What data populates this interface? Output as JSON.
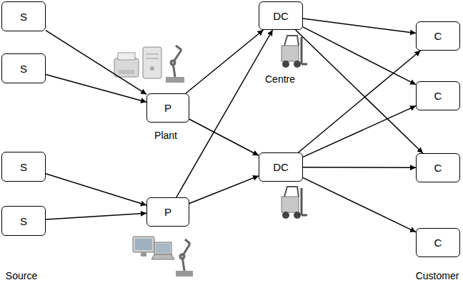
{
  "diagram": {
    "nodes": [
      {
        "text": [
          "S"
        ]
      },
      {
        "text": [
          "S"
        ]
      },
      {
        "text": [
          "S"
        ]
      },
      {
        "text": [
          "S"
        ]
      },
      {
        "text": [
          "P"
        ]
      },
      {
        "text": [
          "P"
        ]
      },
      {
        "text": [
          "DC"
        ]
      },
      {
        "text": [
          "DC"
        ]
      },
      {
        "text": [
          "C"
        ]
      },
      {
        "text": [
          "C"
        ]
      },
      {
        "text": [
          "C"
        ]
      },
      {
        "text": [
          "C"
        ]
      }
    ],
    "edges": [
      {
        "from": 0,
        "to": 4,
        "arrow": "to"
      },
      {
        "from": 1,
        "to": 4,
        "arrow": "to"
      },
      {
        "from": 2,
        "to": 5,
        "arrow": "to"
      },
      {
        "from": 3,
        "to": 5,
        "arrow": "to"
      },
      {
        "from": 4,
        "to": 6,
        "arrow": "to"
      },
      {
        "from": 4,
        "to": 7,
        "arrow": "to"
      },
      {
        "from": 5,
        "to": 6,
        "arrow": "to"
      },
      {
        "from": 5,
        "to": 7,
        "arrow": "to"
      },
      {
        "from": 6,
        "to": 8,
        "arrow": "to"
      },
      {
        "from": 6,
        "to": 9,
        "arrow": "to"
      },
      {
        "from": 6,
        "to": 10,
        "arrow": "to"
      },
      {
        "from": 7,
        "to": 8,
        "arrow": "to"
      },
      {
        "from": 7,
        "to": 9,
        "arrow": "to"
      },
      {
        "from": 7,
        "to": 10,
        "arrow": "to"
      },
      {
        "from": 7,
        "to": 11,
        "arrow": "to"
      }
    ],
    "labels": [
      "Plant",
      "Centre",
      "Source",
      "Customer"
    ]
  }
}
